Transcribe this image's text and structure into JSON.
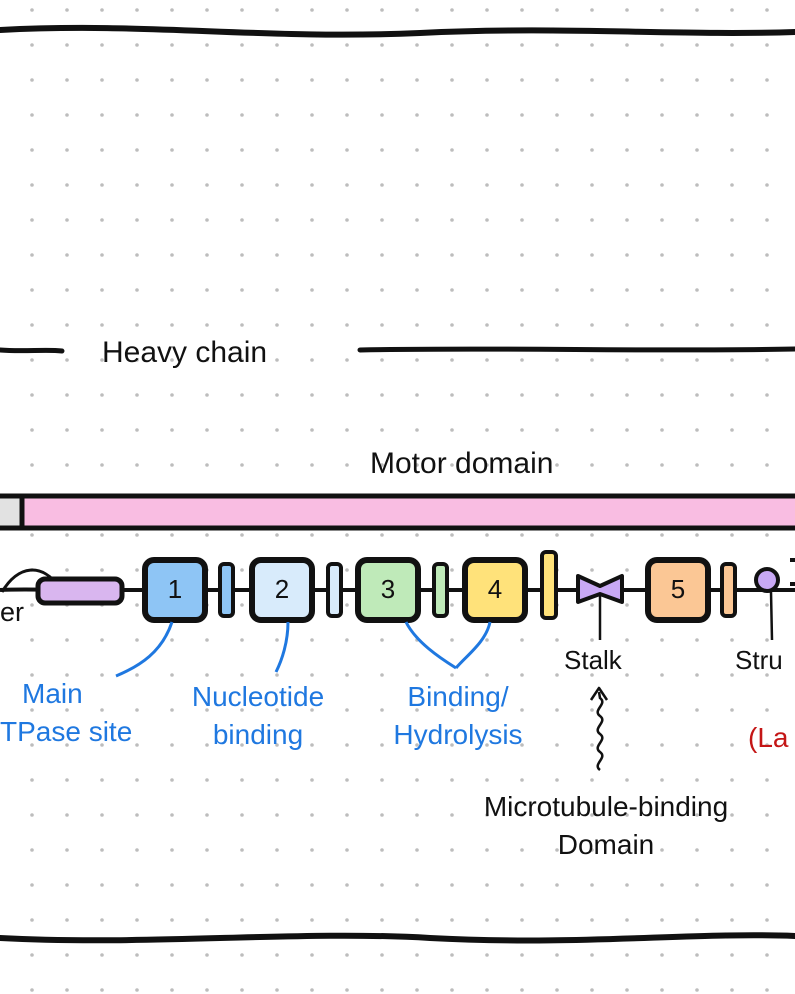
{
  "diagram": {
    "heavy_chain_label": "Heavy chain",
    "motor_domain_label": "Motor domain",
    "linker_label_partial": "er",
    "aaa_domains": [
      {
        "number": "1",
        "color": "#8ec5f5"
      },
      {
        "number": "2",
        "color": "#d8ebfb"
      },
      {
        "number": "3",
        "color": "#bfeab9"
      },
      {
        "number": "4",
        "color": "#ffe27a"
      },
      {
        "number": "5",
        "color": "#fbc795"
      }
    ],
    "annotations": {
      "main_line1": "Main",
      "main_line2": "TPase site",
      "nucleotide_line1": "Nucleotide",
      "nucleotide_line2": "binding",
      "binding_line1": "Binding/",
      "binding_line2": "Hydrolysis",
      "stalk": "Stalk",
      "strut_partial": "Stru",
      "mtbd_line1": "Microtubule-binding",
      "mtbd_line2": "Domain",
      "red_partial": "(La"
    },
    "colors": {
      "motor_bar": "#f9bde2",
      "linker": "#d9b6ef",
      "stalk": "#c9a9f5",
      "strut": "#c9a9f5",
      "annotation_blue": "#1f78e0",
      "annotation_red": "#c41616"
    }
  }
}
